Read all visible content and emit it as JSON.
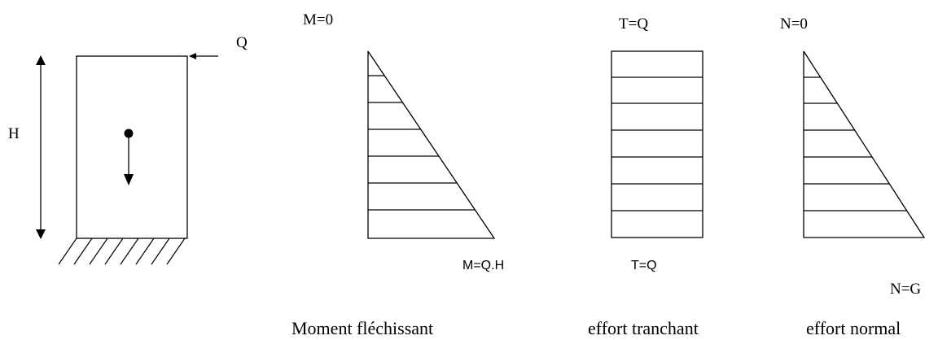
{
  "column": {
    "load_label": "Q",
    "height_label": "H"
  },
  "moment": {
    "top_label": "M=0",
    "bottom_label": "M=Q.H",
    "caption": "Moment fléchissant"
  },
  "shear": {
    "top_label": "T=Q",
    "bottom_label": "T=Q",
    "caption": "effort tranchant"
  },
  "normal": {
    "top_label": "N=0",
    "bottom_label": "N=G",
    "caption": "effort normal"
  }
}
